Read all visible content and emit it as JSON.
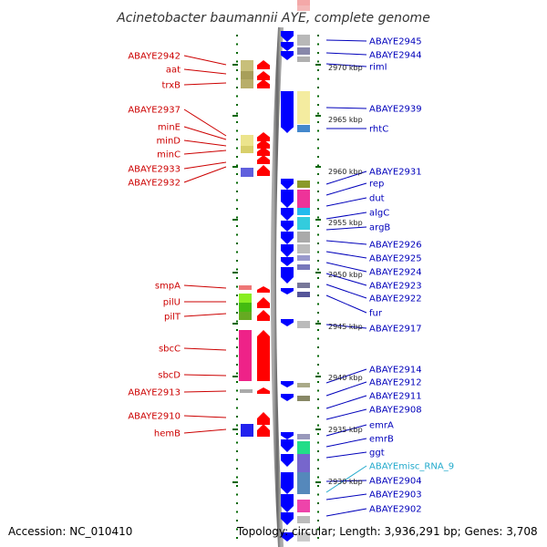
{
  "title": "Acinetobacter baumannii AYE, complete genome",
  "footer": {
    "accession": "Accession: NC_010410",
    "topology": "Topology: circular; Length: 3,936,291 bp; Genes: 3,708"
  },
  "colors": {
    "left_label": "#cc0000",
    "right_label": "#0000bb",
    "misc_rna_label": "#22aacc",
    "forward_arrow": "#ff0000",
    "reverse_arrow": "#0000ff",
    "backbone": "#888888",
    "tick": "#006600"
  },
  "kbp_marks": [
    "2970 kbp",
    "2965 kbp",
    "2960 kbp",
    "2955 kbp",
    "2950 kbp",
    "2945 kbp",
    "2940 kbp",
    "2935 kbp",
    "2930 kbp"
  ],
  "left_genes": [
    "ABAYE2942",
    "aat",
    "trxB",
    "ABAYE2937",
    "minE",
    "minD",
    "minC",
    "ABAYE2933",
    "ABAYE2932",
    "smpA",
    "pilU",
    "pilT",
    "sbcC",
    "sbcD",
    "ABAYE2913",
    "ABAYE2910",
    "hemB"
  ],
  "right_genes": [
    "ABAYE2945",
    "ABAYE2944",
    "rimI",
    "ABAYE2939",
    "rhtC",
    "ABAYE2931",
    "rep",
    "dut",
    "algC",
    "argB",
    "ABAYE2926",
    "ABAYE2925",
    "ABAYE2924",
    "ABAYE2923",
    "ABAYE2922",
    "fur",
    "ABAYE2917",
    "ABAYE2914",
    "ABAYE2912",
    "ABAYE2911",
    "ABAYE2908",
    "emrA",
    "emrB",
    "ggt",
    "ABAYEmisc_RNA_9",
    "ABAYE2904",
    "ABAYE2903",
    "ABAYE2902"
  ]
}
